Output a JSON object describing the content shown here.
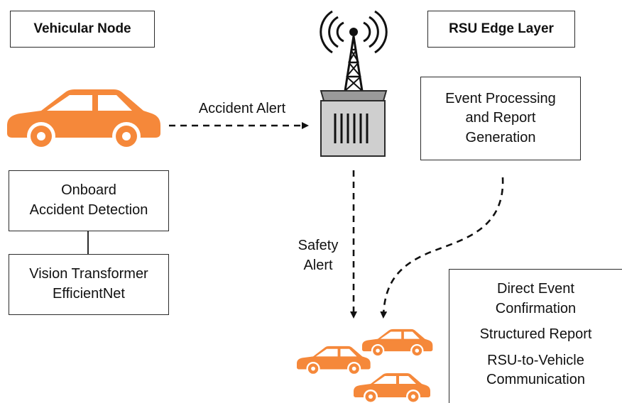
{
  "colors": {
    "car": "#F5883A",
    "tower": "#111111",
    "cabinet": "#cfcfcf",
    "outline": "#2b2b2b"
  },
  "icons": [
    "car-icon",
    "rsu-tower-icon",
    "car-cluster-icon"
  ],
  "vehicular_node": {
    "title": "Vehicular Node",
    "detection_lines": [
      "Onboard",
      "Accident Detection"
    ],
    "model_lines": [
      "Vision Transformer",
      "EfficientNet"
    ]
  },
  "rsu_edge": {
    "title": "RSU Edge Layer",
    "processing_lines": [
      "Event Processing",
      "and Report",
      "Generation"
    ]
  },
  "arrows": {
    "accident_alert": "Accident Alert",
    "safety_alert_lines": [
      "Safety",
      "Alert"
    ]
  },
  "outcomes": {
    "confirmation_lines": [
      "Direct Event",
      "Confirmation"
    ],
    "report": "Structured Report",
    "communication_lines": [
      "RSU-to-Vehicle",
      "Communication"
    ]
  }
}
